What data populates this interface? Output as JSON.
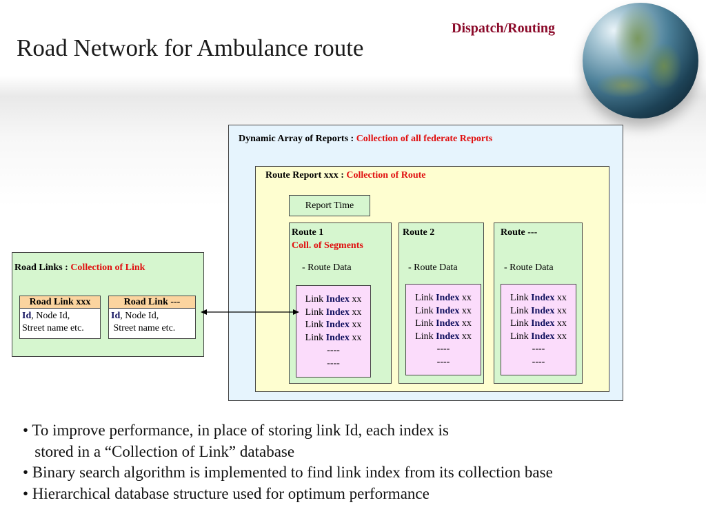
{
  "header": {
    "category": "Dispatch/Routing",
    "title": "Road Network for Ambulance route"
  },
  "decor": {
    "globe": "globe-icon"
  },
  "diagram": {
    "dynamic_array": {
      "label": "Dynamic Array of Reports : ",
      "desc": "Collection of all federate Reports"
    },
    "route_report": {
      "label": "Route Report xxx : ",
      "desc": "Collection of Route"
    },
    "report_time": "Report Time",
    "routes": [
      {
        "name": "Route 1",
        "sub": "Coll. of Segments",
        "data": "- Route Data"
      },
      {
        "name": "Route 2",
        "sub": "",
        "data": "- Route Data"
      },
      {
        "name": "Route ---",
        "sub": "",
        "data": "- Route Data"
      }
    ],
    "link_entry": {
      "word": "Link",
      "key": "Index",
      "suffix": "xx"
    },
    "ellipsis": "----",
    "road_links": {
      "label": "Road Links : ",
      "desc": "Collection of Link",
      "items": [
        {
          "head": "Road Link xxx",
          "id": "Id",
          "rest": ", Node Id,",
          "line2": "Street name etc."
        },
        {
          "head": "Road Link ---",
          "id": "Id",
          "rest": ", Node Id,",
          "line2": " Street name etc."
        }
      ]
    }
  },
  "bullets": [
    "• To improve performance, in place of storing link Id, each index is",
    "   stored in a “Collection of Link” database",
    "• Binary search algorithm is implemented to find link index from its collection base",
    "• Hierarchical database structure used for optimum performance"
  ],
  "colors": {
    "accent_red": "#e01010",
    "title_maroon": "#8b0a2a",
    "index_navy": "#10105e",
    "outer_blue": "#e6f4fd",
    "inner_yellow": "#fefed0",
    "route_green": "#d6f6cf",
    "link_pink": "#fbdcfb",
    "header_orange": "#fbd49f"
  }
}
